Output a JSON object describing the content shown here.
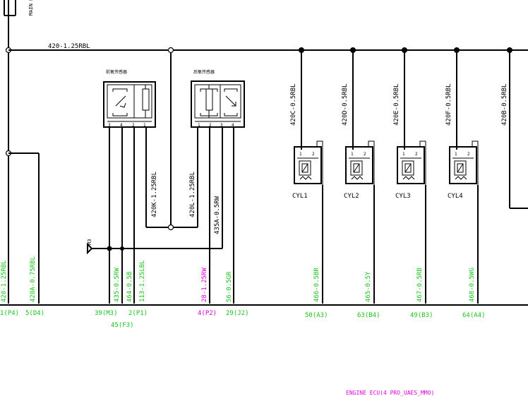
{
  "wires": {
    "top_bus": "420-1.25RBL",
    "left_edge_1": "420-1.25RBL",
    "left_edge_2": "420A-0.75RBL",
    "sensor1_a": "435-0.5RW",
    "sensor1_b": "464-0.5B",
    "sensor1_c": "113-1.25LBL",
    "mid_1": "420K-1.25RBL",
    "mid_2": "420L-1.25RBL",
    "mid_3": "435A-0.5RW",
    "sensor2_a": "28-1.25RW",
    "sensor2_b": "56-0.5GR",
    "cyl1_up": "420C-0.5RBL",
    "cyl2_up": "420D-0.5RBL",
    "cyl3_up": "420E-0.5RBL",
    "cyl4_up": "420F-0.5RBL",
    "right_up": "420B-0.5RBL",
    "cyl1_down": "466-0.5BR",
    "cyl2_down": "465-0.5Y",
    "cyl3_down": "467-0.5RB",
    "cyl4_down": "468-0.5WG"
  },
  "pins": {
    "p1": "1(P4)",
    "p2": "5(D4)",
    "p3": "39(M3)",
    "p4": "45(F3)",
    "p5": "2(P1)",
    "p6": "4(P2)",
    "p7": "29(J2)",
    "p8": "50(A3)",
    "p9": "63(B4)",
    "p10": "49(B3)",
    "p11": "64(A4)"
  },
  "sensors": {
    "s1_label": "前氧传感器",
    "s2_label": "后氧传感器",
    "s1_pins": [
      "3",
      "4",
      "2",
      "1"
    ],
    "s2_pins": [
      "1",
      "2",
      "3",
      "4"
    ]
  },
  "injectors": [
    {
      "label": "CYL1",
      "pin1": "1",
      "pin2": "2"
    },
    {
      "label": "CYL2",
      "pin1": "1",
      "pin2": "2"
    },
    {
      "label": "CYL3",
      "pin1": "1",
      "pin2": "2"
    },
    {
      "label": "CYL4",
      "pin1": "1",
      "pin2": "2"
    }
  ],
  "ground_label": "M3",
  "top_left_text": "MAIN RE",
  "footer": "ENGINE ECU(4 PRO_UAES_MMO)",
  "colors": {
    "wire_label": "#19c419",
    "footer": "#e000e0",
    "line": "#000000"
  }
}
